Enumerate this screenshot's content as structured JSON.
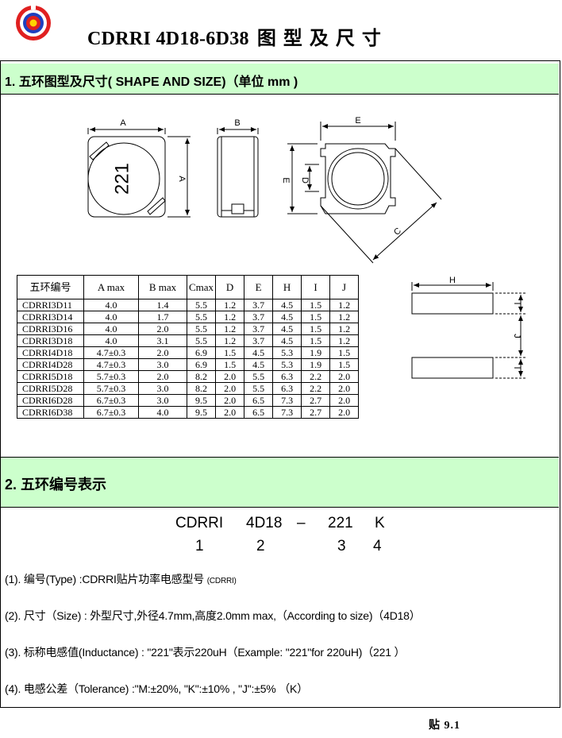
{
  "header": {
    "title_code": "CDRRI 4D18-6D38",
    "title_cn": "图型及尺寸"
  },
  "section1": {
    "title": "1. 五环图型及尺寸( SHAPE AND SIZE)（单位 mm )"
  },
  "drawing_labels": {
    "a": "A",
    "b": "B",
    "c": "C",
    "d": "D",
    "e": "E",
    "h": "H",
    "i": "I",
    "j": "J",
    "marking": "221"
  },
  "table": {
    "headers": [
      "五环编号",
      "A max",
      "B max",
      "Cmax",
      "D",
      "E",
      "H",
      "I",
      "J"
    ],
    "rows": [
      [
        "CDRRI3D11",
        "4.0",
        "1.4",
        "5.5",
        "1.2",
        "3.7",
        "4.5",
        "1.5",
        "1.2"
      ],
      [
        "CDRRI3D14",
        "4.0",
        "1.7",
        "5.5",
        "1.2",
        "3.7",
        "4.5",
        "1.5",
        "1.2"
      ],
      [
        "CDRRI3D16",
        "4.0",
        "2.0",
        "5.5",
        "1.2",
        "3.7",
        "4.5",
        "1.5",
        "1.2"
      ],
      [
        "CDRRI3D18",
        "4.0",
        "3.1",
        "5.5",
        "1.2",
        "3.7",
        "4.5",
        "1.5",
        "1.2"
      ],
      [
        "CDRRI4D18",
        "4.7±0.3",
        "2.0",
        "6.9",
        "1.5",
        "4.5",
        "5.3",
        "1.9",
        "1.5"
      ],
      [
        "CDRRI4D28",
        "4.7±0.3",
        "3.0",
        "6.9",
        "1.5",
        "4.5",
        "5.3",
        "1.9",
        "1.5"
      ],
      [
        "CDRRI5D18",
        "5.7±0.3",
        "2.0",
        "8.2",
        "2.0",
        "5.5",
        "6.3",
        "2.2",
        "2.0"
      ],
      [
        "CDRRI5D28",
        "5.7±0.3",
        "3.0",
        "8.2",
        "2.0",
        "5.5",
        "6.3",
        "2.2",
        "2.0"
      ],
      [
        "CDRRI6D28",
        "6.7±0.3",
        "3.0",
        "9.5",
        "2.0",
        "6.5",
        "7.3",
        "2.7",
        "2.0"
      ],
      [
        "CDRRI6D38",
        "6.7±0.3",
        "4.0",
        "9.5",
        "2.0",
        "6.5",
        "7.3",
        "2.7",
        "2.0"
      ]
    ]
  },
  "section2": {
    "title": "2. 五环编号表示",
    "code_parts": [
      "CDRRI",
      "4D18",
      "–",
      "221",
      "K"
    ],
    "code_numbers": [
      "1",
      "2",
      "3",
      "4"
    ]
  },
  "descriptions": [
    {
      "main": "(1). 编号(Type) :CDRRI贴片功率电感型号 ",
      "small": "(CDRRI)"
    },
    {
      "main": "(2). 尺寸（Size) : 外型尺寸,外径4.7mm,高度2.0mm max,（According to size)（4D18）",
      "small": ""
    },
    {
      "main": "(3). 标称电感值(Inductance) : \"221\"表示220uH（Example: \"221\"for 220uH)（221 ）",
      "small": ""
    },
    {
      "main": "(4). 电感公差（Tolerance) :\"M:±20%, \"K\":±10% , \"J\":±5% （K）",
      "small": ""
    }
  ],
  "footer": {
    "page": "贴 9.1"
  },
  "colors": {
    "band": "#ccffcc",
    "logo_blue": "#1f3fbf",
    "logo_red": "#e02020",
    "logo_yellow": "#ffd400"
  }
}
